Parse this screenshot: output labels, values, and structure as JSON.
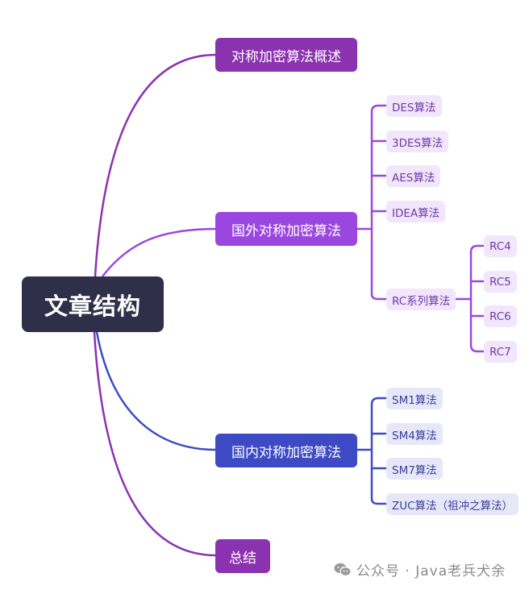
{
  "root": {
    "label": "文章结构",
    "color": "#2f2f4a"
  },
  "branches": [
    {
      "label": "对称加密算法概述",
      "color": "#8b32b0",
      "children": []
    },
    {
      "label": "国外对称加密算法",
      "color": "#9a47e0",
      "children": [
        {
          "label": "DES算法"
        },
        {
          "label": "3DES算法"
        },
        {
          "label": "AES算法"
        },
        {
          "label": "IDEA算法"
        },
        {
          "label": "RC系列算法",
          "children": [
            {
              "label": "RC4"
            },
            {
              "label": "RC5"
            },
            {
              "label": "RC6"
            },
            {
              "label": "RC7"
            }
          ]
        }
      ]
    },
    {
      "label": "国内对称加密算法",
      "color": "#3d4ac4",
      "children": [
        {
          "label": "SM1算法"
        },
        {
          "label": "SM4算法"
        },
        {
          "label": "SM7算法"
        },
        {
          "label": "ZUC算法（祖冲之算法）"
        }
      ]
    },
    {
      "label": "总结",
      "color": "#8b32b0",
      "children": []
    }
  ],
  "watermark": {
    "icon": "wechat-icon",
    "text": "公众号 · Java老兵犬余"
  }
}
